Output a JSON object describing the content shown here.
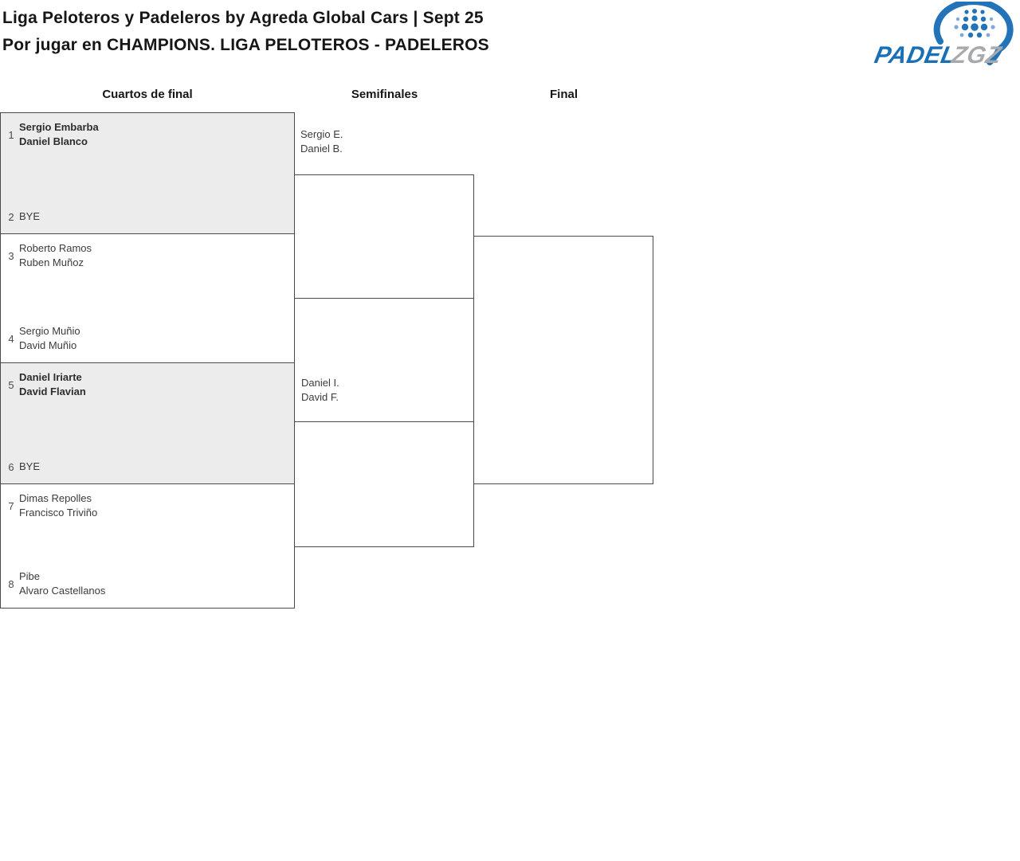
{
  "title": {
    "line1": "Liga Peloteros y Padeleros by Agreda Global Cars | Sept 25",
    "line2": "Por jugar en CHAMPIONS. LIGA PELOTEROS - PADELEROS"
  },
  "logo": {
    "padel": "PADEL",
    "zgz": "ZGZ",
    "blue": "#1b6fb5",
    "gray": "#a7a9ac"
  },
  "rounds": {
    "quarterfinals": "Cuartos de final",
    "semifinals": "Semifinales",
    "final": "Final"
  },
  "colors": {
    "border": "#4a4a4a",
    "shaded_match": "#ececec",
    "text": "#3b3b3b"
  },
  "quarterfinals": [
    {
      "top": {
        "seed": "1",
        "player1": "Sergio Embarba",
        "player2": "Daniel Blanco"
      },
      "bottom": {
        "seed": "2",
        "player1": "BYE"
      }
    },
    {
      "top": {
        "seed": "3",
        "player1": "Roberto Ramos",
        "player2": "Ruben Muñoz"
      },
      "bottom": {
        "seed": "4",
        "player1": "Sergio Muñio",
        "player2": "David Muñio"
      }
    },
    {
      "top": {
        "seed": "5",
        "player1": "Daniel Iriarte",
        "player2": "David Flavian"
      },
      "bottom": {
        "seed": "6",
        "player1": "BYE"
      }
    },
    {
      "top": {
        "seed": "7",
        "player1": "Dimas Repolles",
        "player2": "Francisco Triviño"
      },
      "bottom": {
        "seed": "8",
        "player1": "Pibe",
        "player2": "Alvaro Castellanos"
      }
    }
  ],
  "semifinals": [
    {
      "player1": "Sergio E.",
      "player2": "Daniel B."
    },
    {
      "player1": "Daniel I.",
      "player2": "David F."
    }
  ]
}
